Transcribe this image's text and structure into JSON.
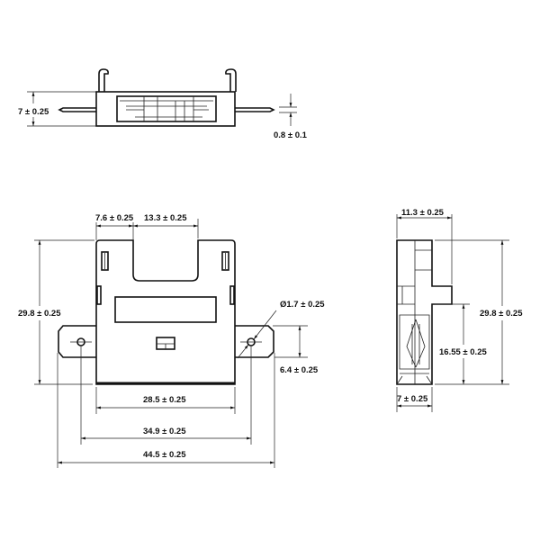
{
  "drawing": {
    "ink_color": "#111111",
    "units": "mm",
    "top_view": {
      "height_label": "7 ± 0.25",
      "lead_thickness_label": "0.8 ± 0.1"
    },
    "front_view": {
      "left_offset_label": "7.6 ± 0.25",
      "notch_width_label": "13.3 ± 0.25",
      "height_label": "29.8 ± 0.25",
      "hole_diameter_label": "Ø1.7 ± 0.25",
      "tab_width_label": "6.4 ± 0.25",
      "body_width_label": "28.5 ± 0.25",
      "hole_pitch_label": "34.9 ± 0.25",
      "overall_width_label": "44.5 ± 0.25"
    },
    "side_view": {
      "depth_label": "11.3 ± 0.25",
      "height_label": "29.8 ± 0.25",
      "step_height_label": "16.55 ± 0.25",
      "base_depth_label": "7 ± 0.25"
    }
  }
}
